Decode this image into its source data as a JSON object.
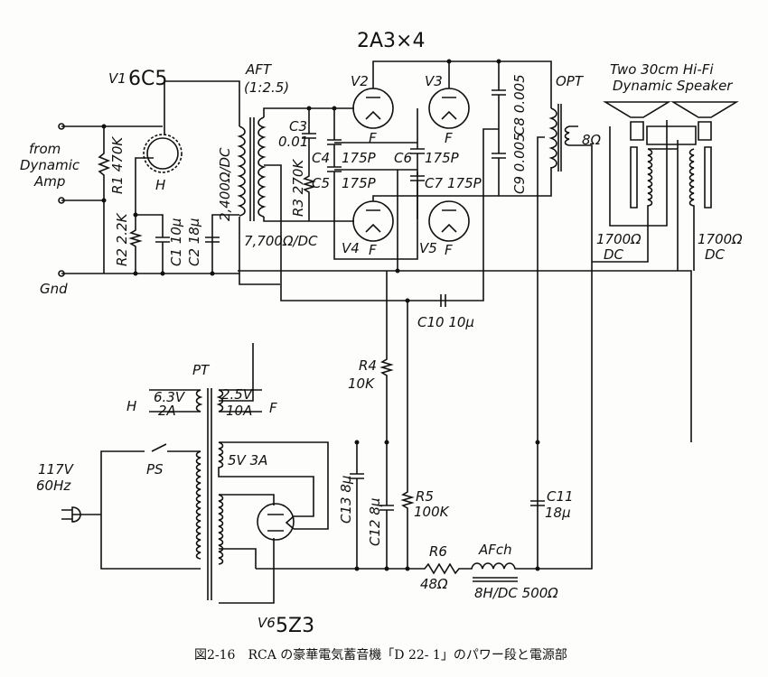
{
  "title": "2A3×4",
  "tubes": {
    "v1_name": "V1",
    "v1_type": "6C5",
    "v1_heater": "H",
    "v2": "V2",
    "v3": "V3",
    "v4": "V4",
    "v5": "V5",
    "filament": "F",
    "v6_name": "V6",
    "v6_type": "5Z3"
  },
  "input": {
    "label1": "from",
    "label2": "Dynamic",
    "label3": "Amp",
    "gnd": "Gnd"
  },
  "components": {
    "r1": "R1 470K",
    "r2": "R2 2.2K",
    "c1": "C1 10µ",
    "c2": "C2 18µ",
    "aft": "AFT",
    "aft_ratio": "(1:2.5)",
    "aft_primary": "2,400Ω/DC",
    "aft_secondary": "7,700Ω/DC",
    "c3": "C3",
    "c3_val": "0.01",
    "r3": "R3 270K",
    "c4": "C4",
    "c4_val": "175P",
    "c5": "C5",
    "c5_val": "175P",
    "c6": "C6",
    "c6_val": "175P",
    "c7": "C7",
    "c7_val": "175P",
    "c8": "C8 0.005",
    "c9": "C9 0.005",
    "opt": "OPT",
    "opt_sec": "8Ω",
    "c10": "C10 10µ",
    "speaker1": "Two 30cm Hi-Fi",
    "speaker2": "Dynamic Speaker",
    "field1": "1700Ω",
    "field1_dc": "DC",
    "field2": "1700Ω",
    "field2_dc": "DC",
    "pt": "PT",
    "pt_h": "H",
    "pt_63v": "6.3V",
    "pt_2a": "2A",
    "pt_25v": "2.5V",
    "pt_10a": "10A",
    "pt_f": "F",
    "pt_5v": "5V 3A",
    "mains1": "117V",
    "mains2": "60Hz",
    "ps": "PS",
    "r4": "R4",
    "r4_val": "10K",
    "r5": "R5",
    "r5_val": "100K",
    "c11": "C11",
    "c11_val": "18µ",
    "c12": "C12 8µ",
    "c13": "C13 8µ",
    "r6": "R6",
    "r6_val": "48Ω",
    "afch": "AFch",
    "afch_val": "8H/DC 500Ω"
  },
  "caption": "図2-16　RCA の豪華電気蓄音機「D 22- 1」のパワー段と電源部"
}
